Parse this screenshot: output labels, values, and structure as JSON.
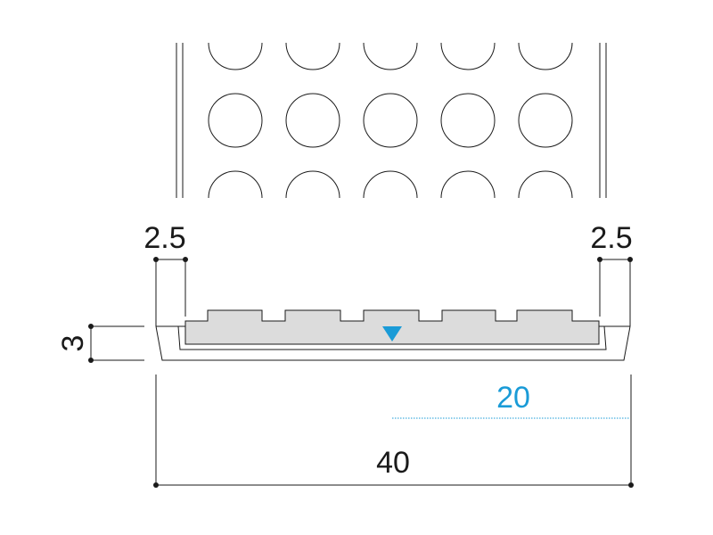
{
  "dimensions": {
    "left_edge": "2.5",
    "right_edge": "2.5",
    "height": "3",
    "center": "20",
    "total_width": "40"
  },
  "colors": {
    "line": "#1a1a1a",
    "accent": "#1a9bd7",
    "strip_fill": "#dcdcdc"
  }
}
